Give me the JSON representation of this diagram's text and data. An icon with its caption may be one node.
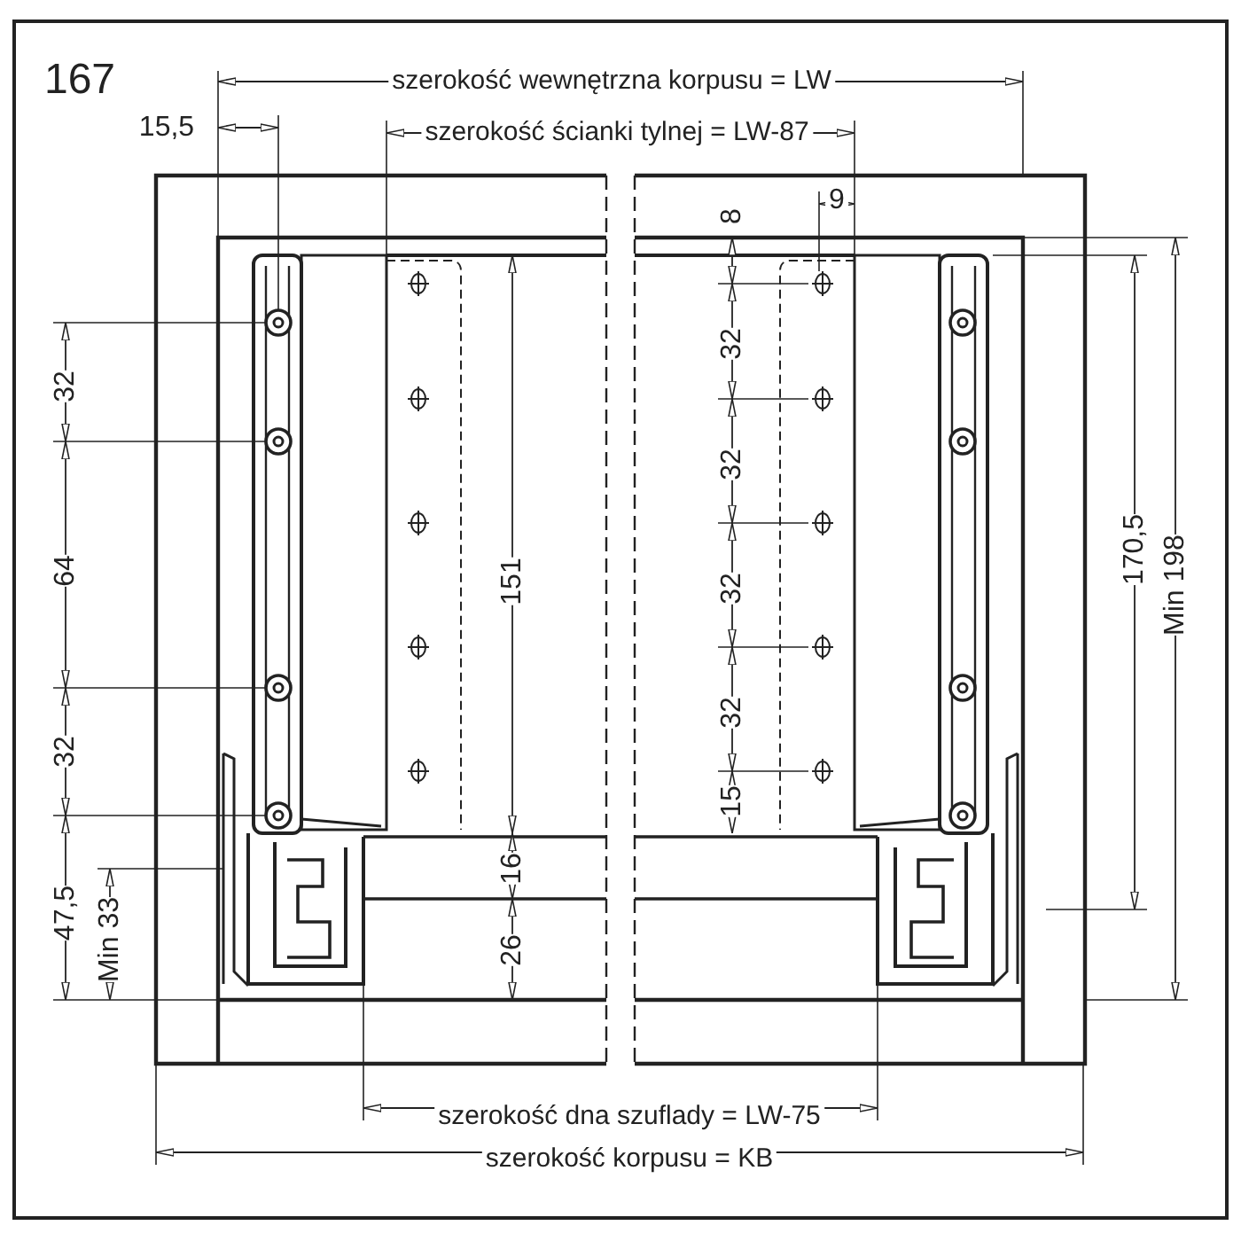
{
  "diagram": {
    "labels": [
      "167",
      "szerokość wewnętrzna korpusu = LW",
      "15,5",
      "szerokość ścianki tylnej = LW-87",
      "9",
      "8",
      "32",
      "32",
      "151",
      "32",
      "64",
      "32",
      "170,5",
      "Min 198",
      "32",
      "32",
      "15",
      "16",
      "47,5",
      "Min 33",
      "26",
      "szerokość dna szuflady = LW-75",
      "szerokość korpusu = KB"
    ]
  }
}
